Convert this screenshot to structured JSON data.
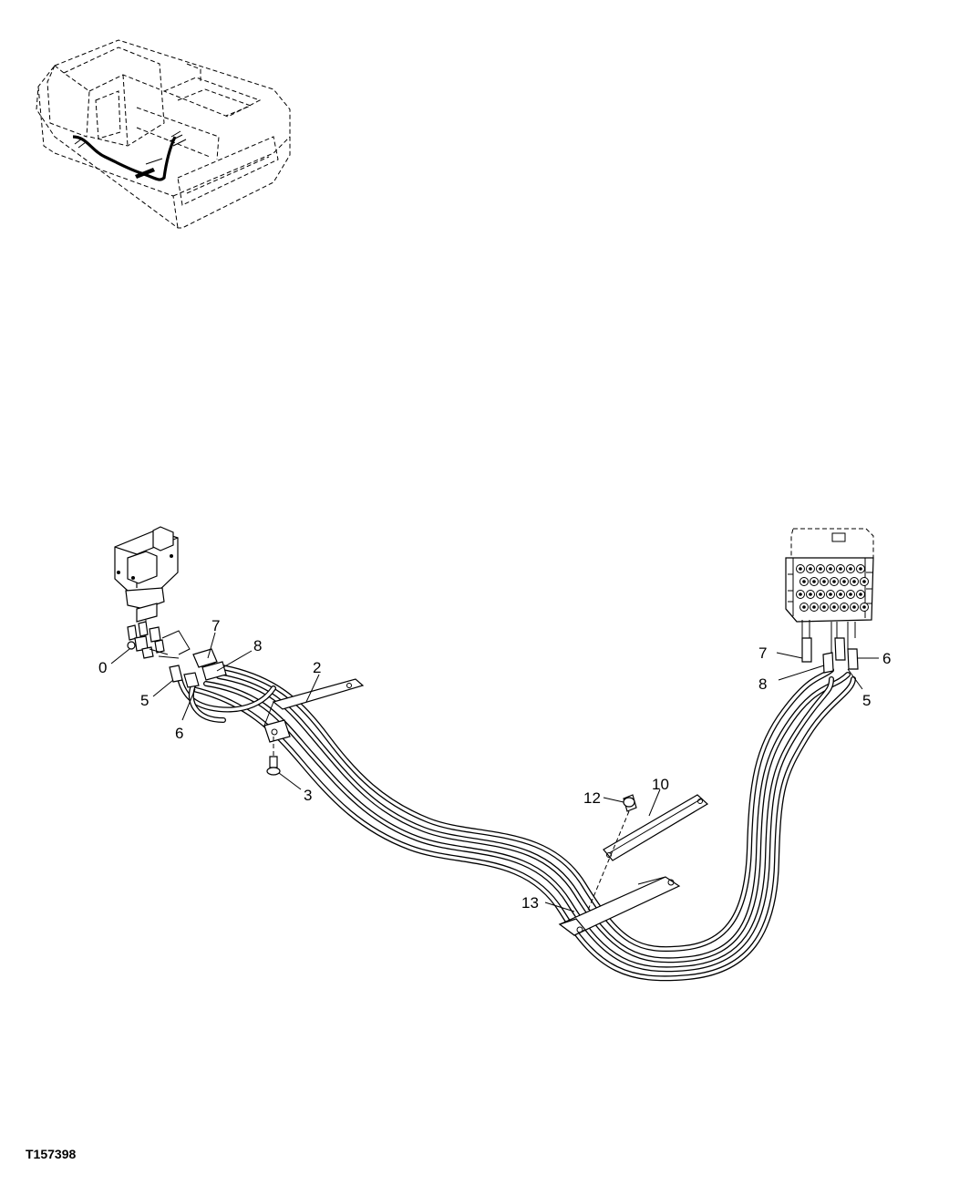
{
  "figure_id": "T157398",
  "callouts": [
    {
      "id": "left-0",
      "text": "0"
    },
    {
      "id": "left-5",
      "text": "5"
    },
    {
      "id": "left-6",
      "text": "6"
    },
    {
      "id": "left-7",
      "text": "7"
    },
    {
      "id": "left-8",
      "text": "8"
    },
    {
      "id": "bracket-2",
      "text": "2"
    },
    {
      "id": "bolt-3",
      "text": "3"
    },
    {
      "id": "bolt-12",
      "text": "12"
    },
    {
      "id": "clamp-10",
      "text": "10"
    },
    {
      "id": "bracket-13",
      "text": "13"
    },
    {
      "id": "right-7",
      "text": "7"
    },
    {
      "id": "right-8",
      "text": "8"
    },
    {
      "id": "right-6",
      "text": "6"
    },
    {
      "id": "right-5",
      "text": "5"
    }
  ]
}
